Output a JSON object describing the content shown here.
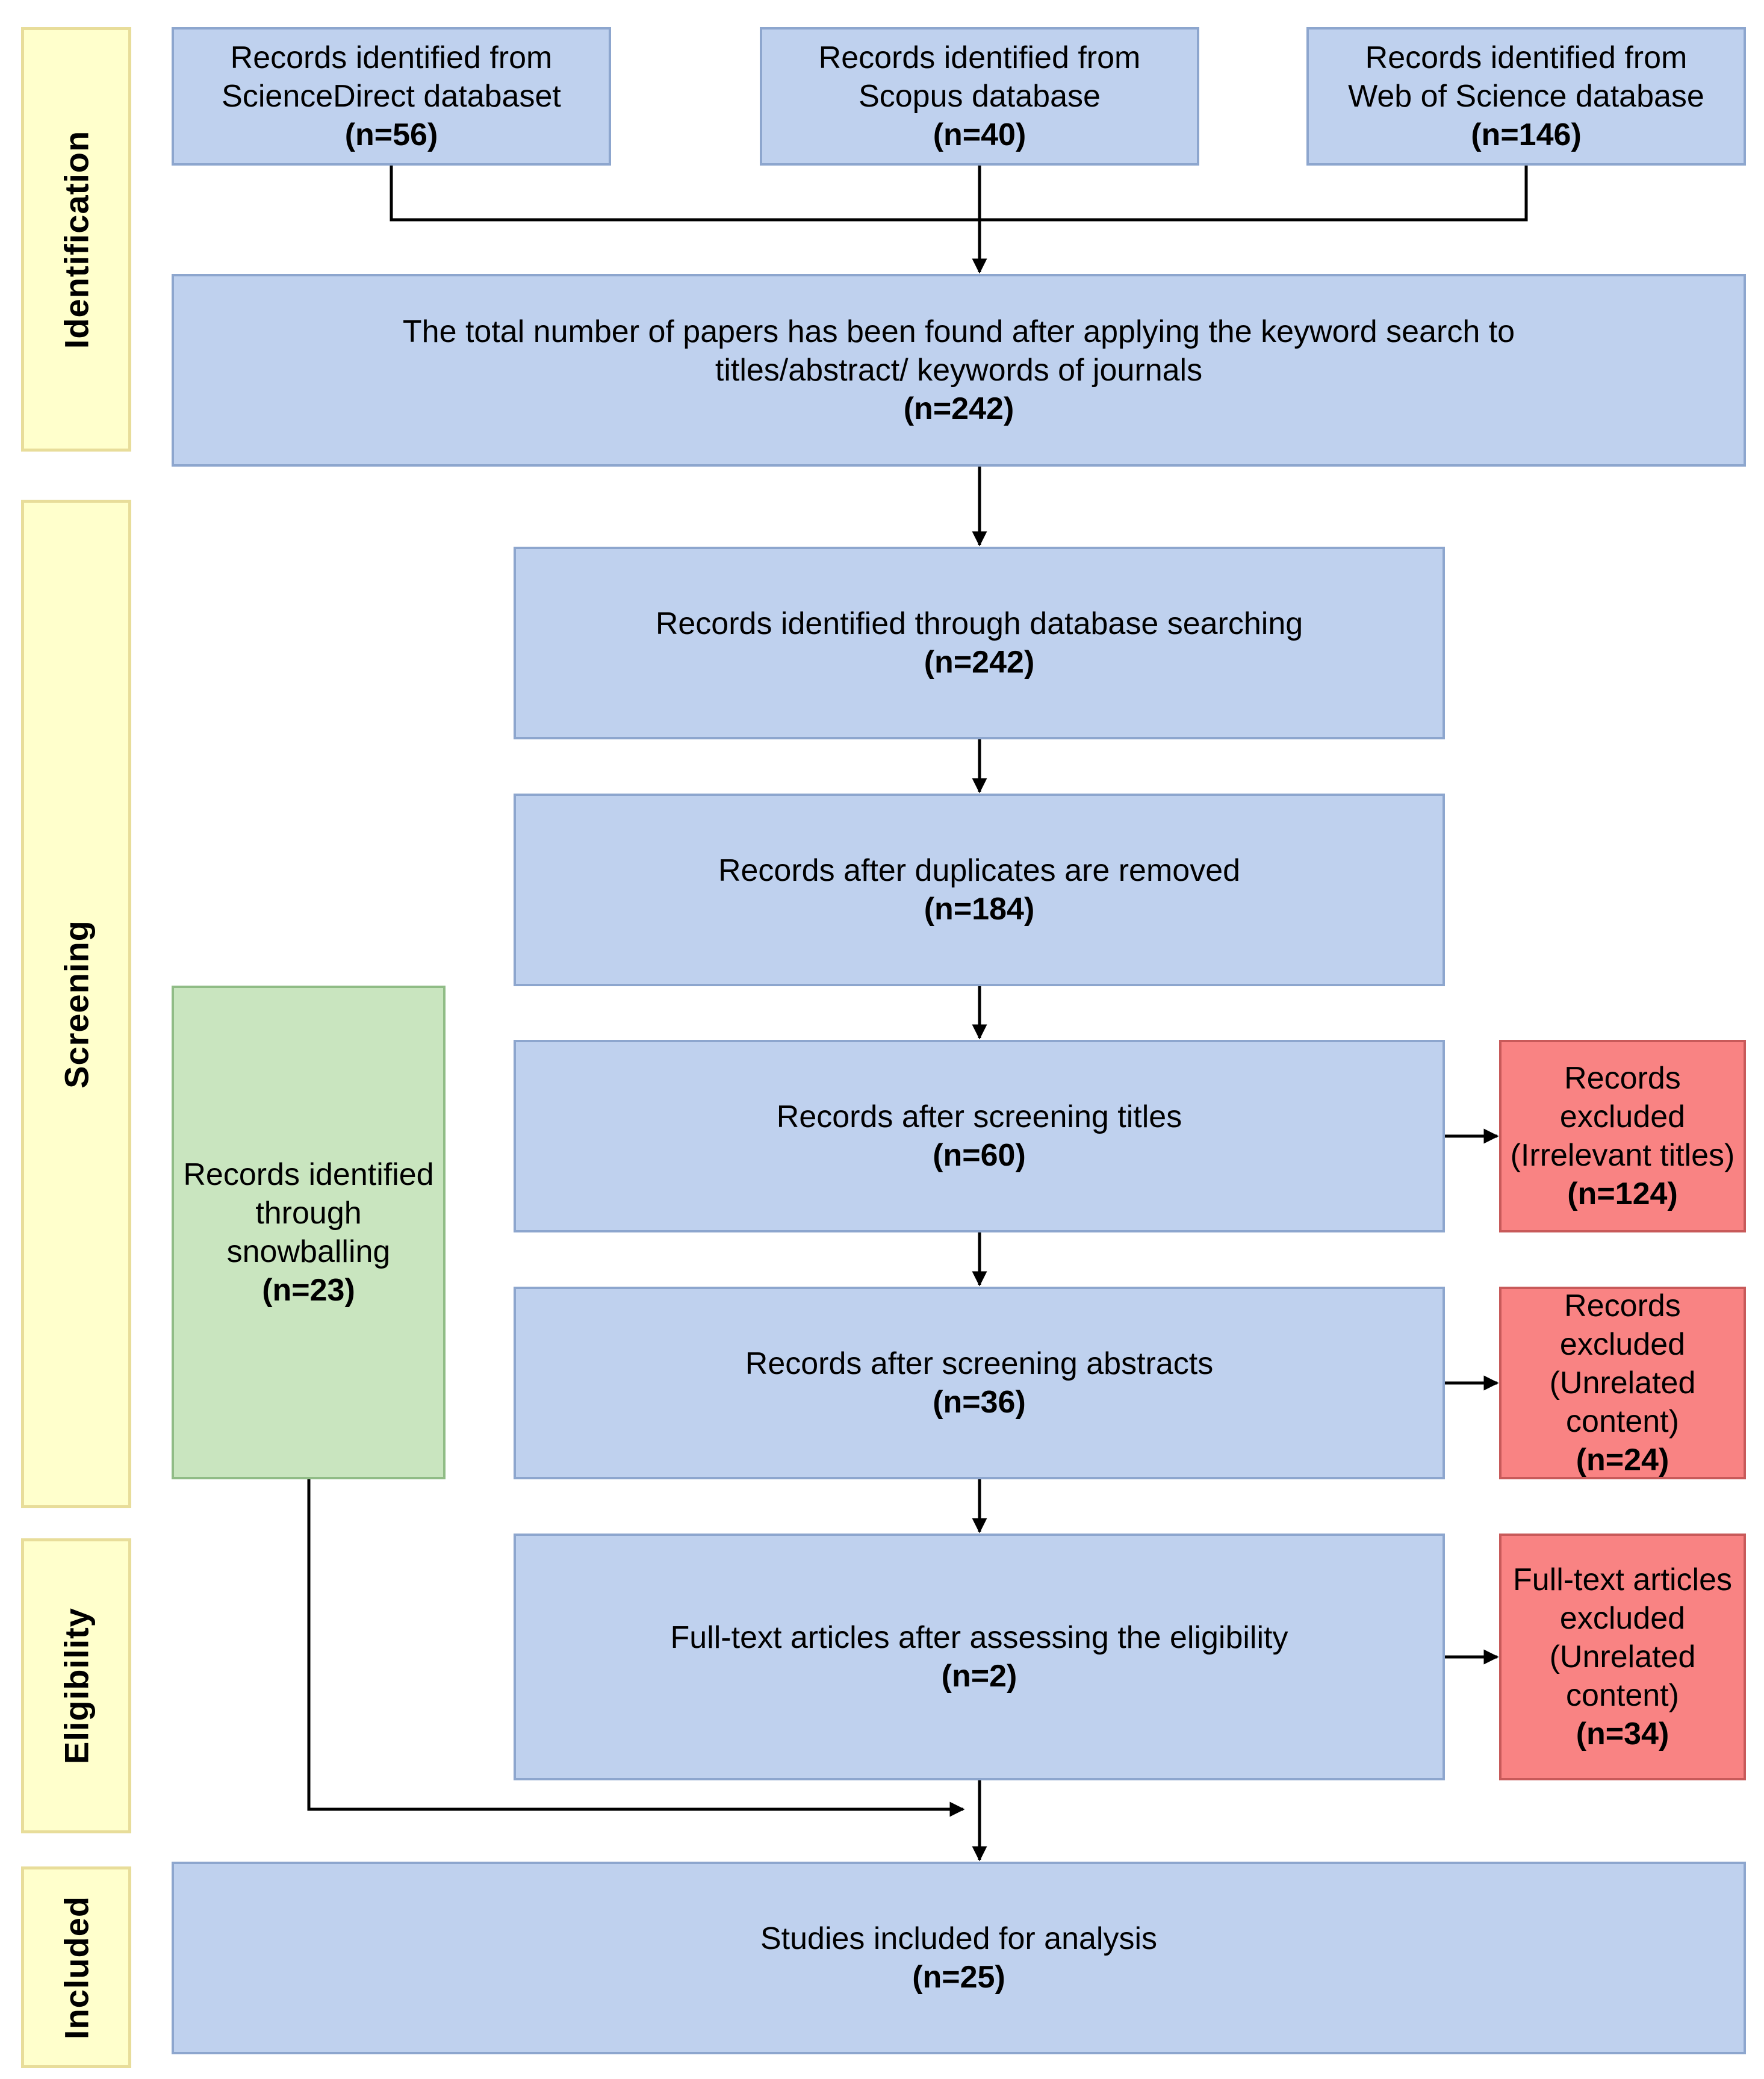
{
  "phases": {
    "identification": "Identification",
    "screening": "Screening",
    "eligibility": "Eligibility",
    "included": "Included"
  },
  "colors": {
    "process_box": "#bfd1ee",
    "snowballing_box": "#c9e5bf",
    "excluded_box": "#f98383",
    "phase_band": "#ffffcc"
  },
  "boxes": {
    "sciencedirect": {
      "lines": [
        "Records identified from",
        "ScienceDirect databaset"
      ],
      "count": "(n=56)"
    },
    "scopus": {
      "lines": [
        "Records identified from",
        "Scopus database"
      ],
      "count": "(n=40)"
    },
    "wos": {
      "lines": [
        "Records identified from",
        "Web of Science database"
      ],
      "count": "(n=146)"
    },
    "total": {
      "lines": [
        "The total number of papers has been found after applying the keyword search to",
        "titles/abstract/ keywords of journals"
      ],
      "count": "(n=242)"
    },
    "db_search": {
      "lines": [
        "Records identified through database searching"
      ],
      "count": "(n=242)"
    },
    "duplicates": {
      "lines": [
        "Records after duplicates are removed"
      ],
      "count": "(n=184)"
    },
    "titles": {
      "lines": [
        "Records after screening titles"
      ],
      "count": "(n=60)"
    },
    "abstracts": {
      "lines": [
        "Records after screening abstracts"
      ],
      "count": "(n=36)"
    },
    "fulltext": {
      "lines": [
        "Full-text articles after assessing the eligibility"
      ],
      "count": "(n=2)"
    },
    "included": {
      "lines": [
        "Studies included for analysis"
      ],
      "count": "(n=25)"
    },
    "snowballing": {
      "lines": [
        "Records identified",
        "through",
        "snowballing"
      ],
      "count": "(n=23)"
    },
    "excl_titles": {
      "lines": [
        "Records",
        "excluded",
        "(Irrelevant titles)"
      ],
      "count": "(n=124)"
    },
    "excl_abstracts": {
      "lines": [
        "Records",
        "excluded",
        "(Unrelated",
        "content)"
      ],
      "count": "(n=24)"
    },
    "excl_fulltext": {
      "lines": [
        "Full-text articles",
        "excluded",
        "(Unrelated",
        "content)"
      ],
      "count": "(n=34)"
    }
  }
}
